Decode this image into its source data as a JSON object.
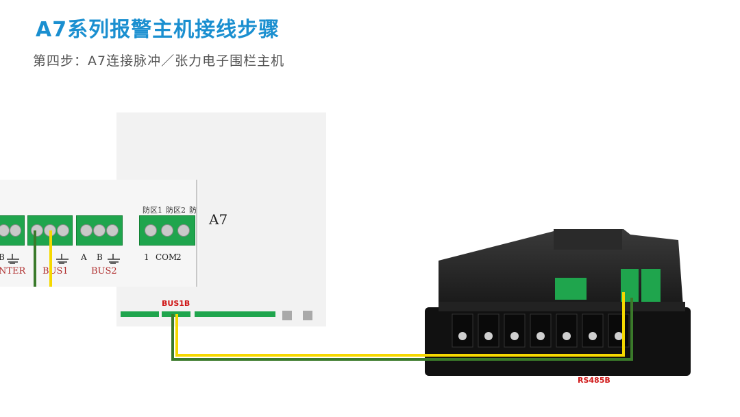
{
  "header": {
    "title": "A7系列报警主机接线步骤",
    "subtitle": "第四步：A7连接脉冲／张力电子围栏主机"
  },
  "diagram": {
    "device_label": "A7",
    "zone_labels": [
      "防区1",
      "防区2",
      "防"
    ],
    "terminal_labels": {
      "group1": [
        "B"
      ],
      "group2": [
        "",
        ""
      ],
      "group3": [
        "A",
        "B"
      ],
      "group4": [
        "1",
        "COM",
        "2"
      ]
    },
    "bus_labels": [
      "NTER",
      "BUS1",
      "BUS2"
    ],
    "bus1b_label": "BUS1B",
    "rs485b_label": "RS485B"
  },
  "colors": {
    "title": "#1a8fd0",
    "terminal_green": "#1fa54d",
    "wire_yellow": "#f5d800",
    "wire_green": "#3a7a2a",
    "label_red": "#d01818"
  }
}
